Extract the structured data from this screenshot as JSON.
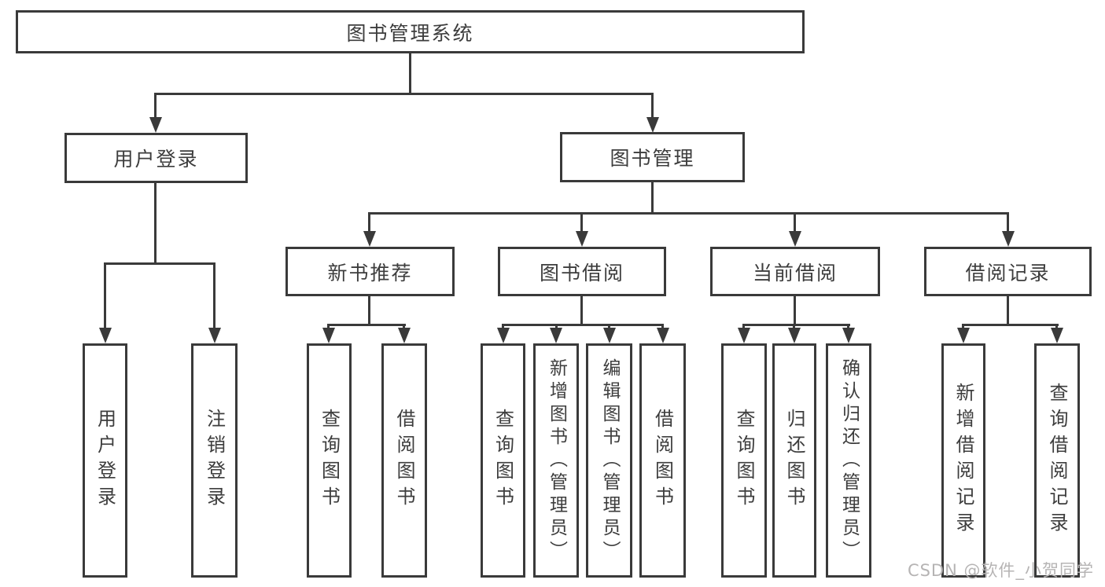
{
  "diagram": {
    "title": "图书管理系统",
    "watermark": "CSDN @软件_小贺同学",
    "colors": {
      "line": "#3a3a3a",
      "text": "#3d3d3d",
      "background": "#ffffff",
      "watermark": "#b6b4b4"
    },
    "root": {
      "label": "图书管理系统"
    },
    "branches": [
      {
        "label": "用户登录",
        "leaves": [
          {
            "label": "用户登录"
          },
          {
            "label": "注销登录"
          }
        ]
      },
      {
        "label": "图书管理",
        "groups": [
          {
            "label": "新书推荐",
            "leaves": [
              {
                "label": "查询图书"
              },
              {
                "label": "借阅图书"
              }
            ]
          },
          {
            "label": "图书借阅",
            "leaves": [
              {
                "label": "查询图书"
              },
              {
                "label": "新增图书（管理员）"
              },
              {
                "label": "编辑图书（管理员）"
              },
              {
                "label": "借阅图书"
              }
            ]
          },
          {
            "label": "当前借阅",
            "leaves": [
              {
                "label": "查询图书"
              },
              {
                "label": "归还图书"
              },
              {
                "label": "确认归还（管理员）"
              }
            ]
          },
          {
            "label": "借阅记录",
            "leaves": [
              {
                "label": "新增借阅记录"
              },
              {
                "label": "查询借阅记录"
              }
            ]
          }
        ]
      }
    ]
  }
}
